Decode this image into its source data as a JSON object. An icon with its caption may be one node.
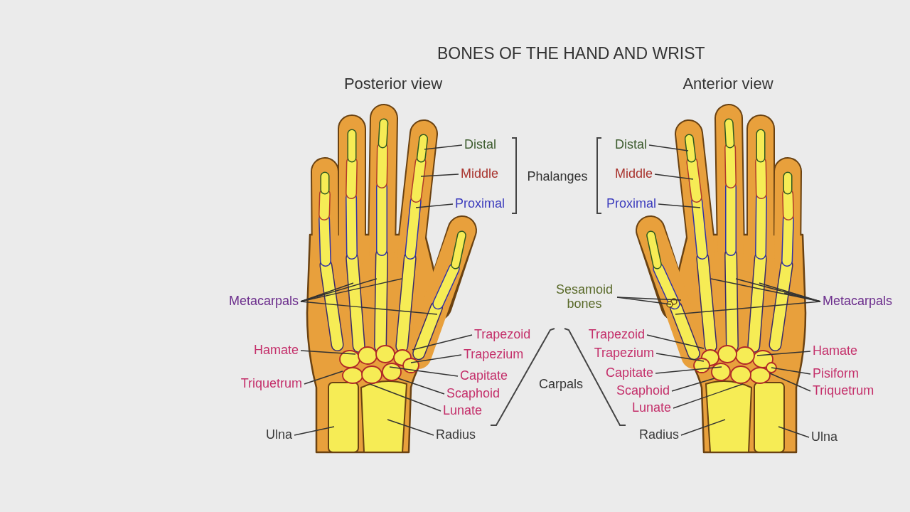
{
  "diagram": {
    "title": "BONES OF THE HAND AND WRIST",
    "nodes": [
      {
        "text": [
          "Distal"
        ]
      },
      {
        "text": [
          "Middle"
        ]
      },
      {
        "text": [
          "Proximal"
        ]
      },
      {
        "text": [
          "Metacarpals"
        ]
      },
      {
        "text": [
          "Hamate"
        ]
      },
      {
        "text": [
          "Triquetrum"
        ]
      },
      {
        "text": [
          "Ulna"
        ]
      },
      {
        "text": [
          "Trapezoid"
        ]
      },
      {
        "text": [
          "Trapezium"
        ]
      },
      {
        "text": [
          "Capitate"
        ]
      },
      {
        "text": [
          "Scaphoid"
        ]
      },
      {
        "text": [
          "Lunate"
        ]
      },
      {
        "text": [
          "Radius"
        ]
      },
      {
        "text": [
          "Distal"
        ]
      },
      {
        "text": [
          "Middle"
        ]
      },
      {
        "text": [
          "Proximal"
        ]
      },
      {
        "text": [
          "Sesamoid bones"
        ]
      },
      {
        "text": [
          "Metacarpals"
        ]
      },
      {
        "text": [
          "Trapezoid"
        ]
      },
      {
        "text": [
          "Trapezium"
        ]
      },
      {
        "text": [
          "Capitate"
        ]
      },
      {
        "text": [
          "Scaphoid"
        ]
      },
      {
        "text": [
          "Lunate"
        ]
      },
      {
        "text": [
          "Radius"
        ]
      },
      {
        "text": [
          "Hamate"
        ]
      },
      {
        "text": [
          "Pisiform"
        ]
      },
      {
        "text": [
          "Triquetrum"
        ]
      },
      {
        "text": [
          "Ulna"
        ]
      }
    ],
    "edges": [
      {
        "from": 0,
        "to": null,
        "arrow": "none"
      },
      {
        "from": 1,
        "to": null,
        "arrow": "none"
      },
      {
        "from": 2,
        "to": null,
        "arrow": "none"
      },
      {
        "from": 3,
        "to": null,
        "arrow": "none"
      },
      {
        "from": 3,
        "to": null,
        "arrow": "none"
      },
      {
        "from": 3,
        "to": null,
        "arrow": "none"
      },
      {
        "from": 3,
        "to": null,
        "arrow": "none"
      },
      {
        "from": 3,
        "to": null,
        "arrow": "none"
      },
      {
        "from": 4,
        "to": null,
        "arrow": "none"
      },
      {
        "from": 5,
        "to": null,
        "arrow": "none"
      },
      {
        "from": 6,
        "to": null,
        "arrow": "none"
      },
      {
        "from": 7,
        "to": null,
        "arrow": "none"
      },
      {
        "from": 8,
        "to": null,
        "arrow": "none"
      },
      {
        "from": 9,
        "to": null,
        "arrow": "none"
      },
      {
        "from": 10,
        "to": null,
        "arrow": "none"
      },
      {
        "from": 11,
        "to": null,
        "arrow": "none"
      },
      {
        "from": 12,
        "to": null,
        "arrow": "none"
      },
      {
        "from": 13,
        "to": null,
        "arrow": "none"
      },
      {
        "from": 14,
        "to": null,
        "arrow": "none"
      },
      {
        "from": 15,
        "to": null,
        "arrow": "none"
      },
      {
        "from": 16,
        "to": null,
        "arrow": "none"
      },
      {
        "from": 16,
        "to": null,
        "arrow": "none"
      },
      {
        "from": 17,
        "to": null,
        "arrow": "none"
      },
      {
        "from": 17,
        "to": null,
        "arrow": "none"
      },
      {
        "from": 17,
        "to": null,
        "arrow": "none"
      },
      {
        "from": 17,
        "to": null,
        "arrow": "none"
      },
      {
        "from": 17,
        "to": null,
        "arrow": "none"
      },
      {
        "from": 18,
        "to": null,
        "arrow": "none"
      },
      {
        "from": 19,
        "to": null,
        "arrow": "none"
      },
      {
        "from": 20,
        "to": null,
        "arrow": "none"
      },
      {
        "from": 21,
        "to": null,
        "arrow": "none"
      },
      {
        "from": 22,
        "to": null,
        "arrow": "none"
      },
      {
        "from": 23,
        "to": null,
        "arrow": "none"
      },
      {
        "from": 24,
        "to": null,
        "arrow": "none"
      },
      {
        "from": 25,
        "to": null,
        "arrow": "none"
      },
      {
        "from": 26,
        "to": null,
        "arrow": "none"
      },
      {
        "from": 27,
        "to": null,
        "arrow": "none"
      }
    ],
    "labels": [
      "Posterior view",
      "Anterior view",
      "Phalanges",
      "Carpals"
    ]
  }
}
